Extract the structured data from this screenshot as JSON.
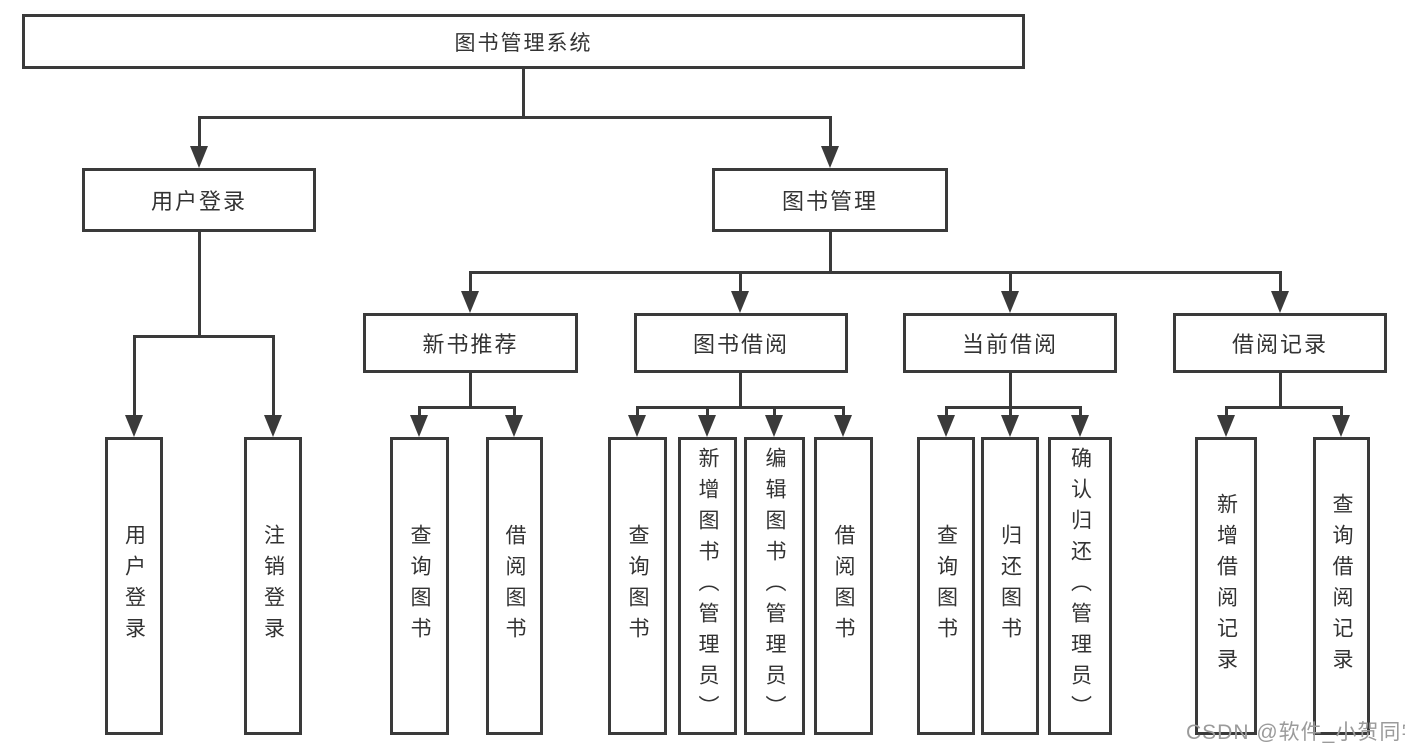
{
  "diagram": {
    "root": {
      "label": "图书管理系统"
    },
    "branches": [
      {
        "label": "用户登录",
        "children": [
          {
            "label": "用户登录"
          },
          {
            "label": "注销登录"
          }
        ]
      },
      {
        "label": "图书管理",
        "sections": [
          {
            "label": "新书推荐",
            "children": [
              {
                "label": "查询图书"
              },
              {
                "label": "借阅图书"
              }
            ]
          },
          {
            "label": "图书借阅",
            "children": [
              {
                "label": "查询图书"
              },
              {
                "label": "新增图书（管理员）"
              },
              {
                "label": "编辑图书（管理员）"
              },
              {
                "label": "借阅图书"
              }
            ]
          },
          {
            "label": "当前借阅",
            "children": [
              {
                "label": "查询图书"
              },
              {
                "label": "归还图书"
              },
              {
                "label": "确认归还（管理员）"
              }
            ]
          },
          {
            "label": "借阅记录",
            "children": [
              {
                "label": "新增借阅记录"
              },
              {
                "label": "查询借阅记录"
              }
            ]
          }
        ]
      }
    ]
  },
  "watermark": {
    "text": "CSDN @软件_小贺同学"
  },
  "colors": {
    "line": "#3a3a3a",
    "text": "#333333",
    "watermark": "#9b9b9b",
    "background": "#ffffff"
  }
}
